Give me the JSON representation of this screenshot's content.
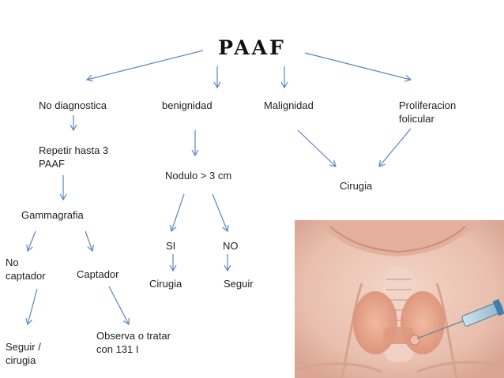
{
  "title": "PAAF",
  "nodes": {
    "no_diagnostica": "No diagnostica",
    "benignidad": "benignidad",
    "malignidad": "Malignidad",
    "proliferacion": "Proliferacion\nfolicular",
    "repetir": "Repetir hasta 3\nPAAF",
    "nodulo": "Nodulo > 3 cm",
    "cirugia_main": "Cirugia",
    "gammagrafia": "Gammagrafia",
    "si": "SI",
    "no": "NO",
    "no_captador": "No\ncaptador",
    "captador": "Captador",
    "cirugia_si": "Cirugia",
    "seguir": "Seguir",
    "seguir_cirugia": "Seguir /\ncirugia",
    "observa": "Observa o tratar\ncon 131 I"
  },
  "colors": {
    "arrow": "#5b84c0",
    "text": "#222222"
  }
}
